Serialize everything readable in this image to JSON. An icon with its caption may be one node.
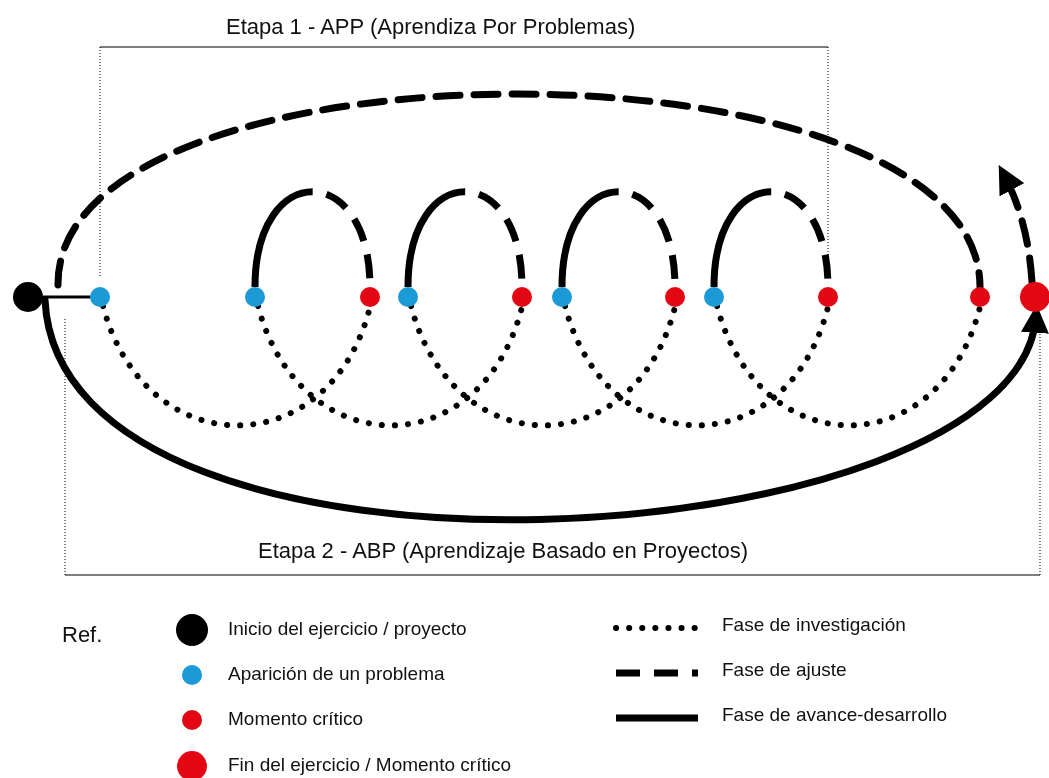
{
  "diagram": {
    "nodes": [
      {
        "text": [],
        "shape": "circle"
      },
      {
        "text": [],
        "shape": "circle"
      },
      {
        "text": [],
        "shape": "circle"
      },
      {
        "text": [],
        "shape": "circle"
      },
      {
        "text": [],
        "shape": "circle"
      },
      {
        "text": [],
        "shape": "circle"
      },
      {
        "text": [],
        "shape": "circle"
      },
      {
        "text": [],
        "shape": "circle"
      },
      {
        "text": [],
        "shape": "circle"
      },
      {
        "text": [],
        "shape": "circle"
      },
      {
        "text": [],
        "shape": "circle"
      },
      {
        "text": [],
        "shape": "circle"
      }
    ],
    "edges": [
      {
        "from": 0,
        "to": 1,
        "arrow": "none"
      },
      {
        "from": 1,
        "to": 3,
        "arrow": "none",
        "style": "dashed"
      },
      {
        "from": 2,
        "to": 3,
        "arrow": "none",
        "style": "dashed"
      },
      {
        "from": 2,
        "to": 5,
        "arrow": "none",
        "style": "dashed"
      },
      {
        "from": 4,
        "to": 5,
        "arrow": "none",
        "style": "dashed"
      },
      {
        "from": 4,
        "to": 7,
        "arrow": "none",
        "style": "dashed"
      },
      {
        "from": 6,
        "to": 7,
        "arrow": "none",
        "style": "dashed"
      },
      {
        "from": 6,
        "to": 9,
        "arrow": "none",
        "style": "dashed"
      },
      {
        "from": 8,
        "to": 9,
        "arrow": "none",
        "style": "dashed"
      },
      {
        "from": 8,
        "to": 10,
        "arrow": "none",
        "style": "dashed"
      },
      {
        "from": 0,
        "to": 10,
        "arrow": "none",
        "style": "dashed"
      },
      {
        "from": 11,
        "to": null,
        "arrow": "to",
        "style": "dashed"
      },
      {
        "from": 0,
        "to": 11,
        "arrow": "to"
      }
    ],
    "labels": [
      "Etapa 1 - APP  (Aprendiza Por Problemas)",
      "Etapa 2 - ABP (Aprendizaje Basado en Proyectos)",
      "Ref."
    ],
    "legend": [
      {
        "text": "Inicio del ejercicio / proyecto",
        "color": "#000000"
      },
      {
        "text": "Aparición de un problema",
        "color": "#1b9ad6"
      },
      {
        "text": "Momento crítico",
        "color": "#e30613"
      },
      {
        "text": "Fin del ejercicio / Momento crítico",
        "color": "#e30613"
      },
      {
        "text": "Fase de investigación"
      },
      {
        "text": "Fase de ajuste"
      },
      {
        "text": "Fase de avance-desarrollo"
      }
    ]
  }
}
